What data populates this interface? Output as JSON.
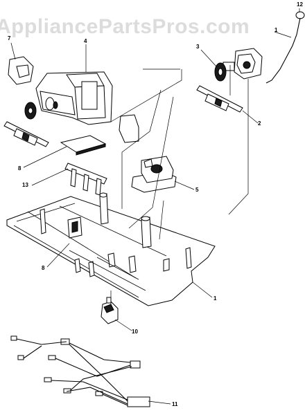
{
  "watermark": "AppliancePartsPros.com",
  "callouts": [
    {
      "id": "c12",
      "label": "12"
    },
    {
      "id": "c1a",
      "label": "1"
    },
    {
      "id": "c4",
      "label": "4"
    },
    {
      "id": "c7",
      "label": "7"
    },
    {
      "id": "c3",
      "label": "3"
    },
    {
      "id": "c2",
      "label": "2"
    },
    {
      "id": "c8a",
      "label": "8"
    },
    {
      "id": "c13",
      "label": "13"
    },
    {
      "id": "c5",
      "label": "5"
    },
    {
      "id": "c8b",
      "label": "8"
    },
    {
      "id": "c1b",
      "label": "1"
    },
    {
      "id": "c10",
      "label": "10"
    },
    {
      "id": "c11",
      "label": "11"
    }
  ]
}
